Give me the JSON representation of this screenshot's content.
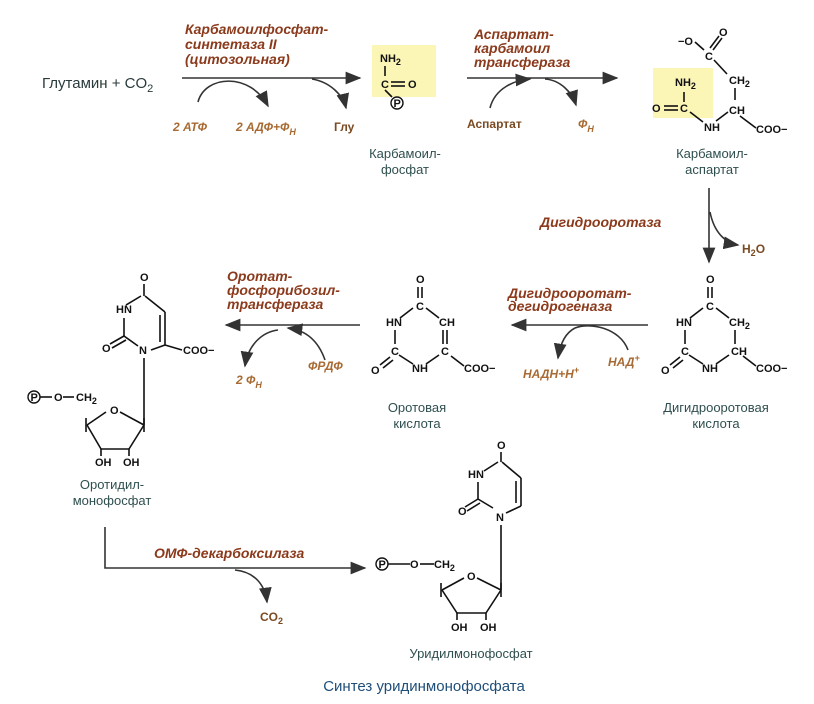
{
  "title": "Синтез уридинмонофосфата",
  "colors": {
    "enzyme": "#8b3a1c",
    "cofactor": "#a86a32",
    "label": "#2f4f4f",
    "caption": "#1f4e79",
    "highlight": "#fbf5b6"
  },
  "substrate_start": "Глутамин + CO2",
  "steps": [
    {
      "enzyme": [
        "Карбамоилфосфат-",
        "синтетаза II",
        "(цитозольная)"
      ],
      "inputs": [
        "2 АТФ"
      ],
      "outputs": [
        "2 АДФ+Фн",
        "Глу"
      ],
      "product": [
        "Карбамоил-",
        "фосфат"
      ]
    },
    {
      "enzyme": [
        "Аспартат-",
        "карбамоил",
        "трансфераза"
      ],
      "inputs": [
        "Аспартат"
      ],
      "outputs": [
        "Фн"
      ],
      "product": [
        "Карбамоил-",
        "аспартат"
      ]
    },
    {
      "enzyme": [
        "Дигидрооротаза"
      ],
      "inputs": [],
      "outputs": [
        "H2O"
      ],
      "product": [
        "Дигидрооротовая",
        "кислота"
      ]
    },
    {
      "enzyme": [
        "Дигидрооротат-",
        "дегидрогеназа"
      ],
      "inputs": [
        "НАД+"
      ],
      "outputs": [
        "НАДН+Н+"
      ],
      "product": [
        "Оротовая",
        "кислота"
      ]
    },
    {
      "enzyme": [
        "Оротат-",
        "фосфорибозил-",
        "трансфераза"
      ],
      "inputs": [
        "ФРДФ"
      ],
      "outputs": [
        "2 Фн"
      ],
      "product": [
        "Оротидил-",
        "монофосфат"
      ]
    },
    {
      "enzyme": [
        "ОМФ-декарбоксилаза"
      ],
      "inputs": [],
      "outputs": [
        "CO2"
      ],
      "product": [
        "Уридилмонофосфат"
      ]
    }
  ],
  "atoms": {
    "nh2": "NH",
    "two": "2",
    "c": "C",
    "o": "O",
    "p": "P",
    "nh": "NH",
    "hn": "HN",
    "n": "N",
    "ch": "CH",
    "ch2": "CH",
    "coo": "COO",
    "minus": "−",
    "oh": "OH",
    "oo": "O",
    "plus": "+"
  }
}
